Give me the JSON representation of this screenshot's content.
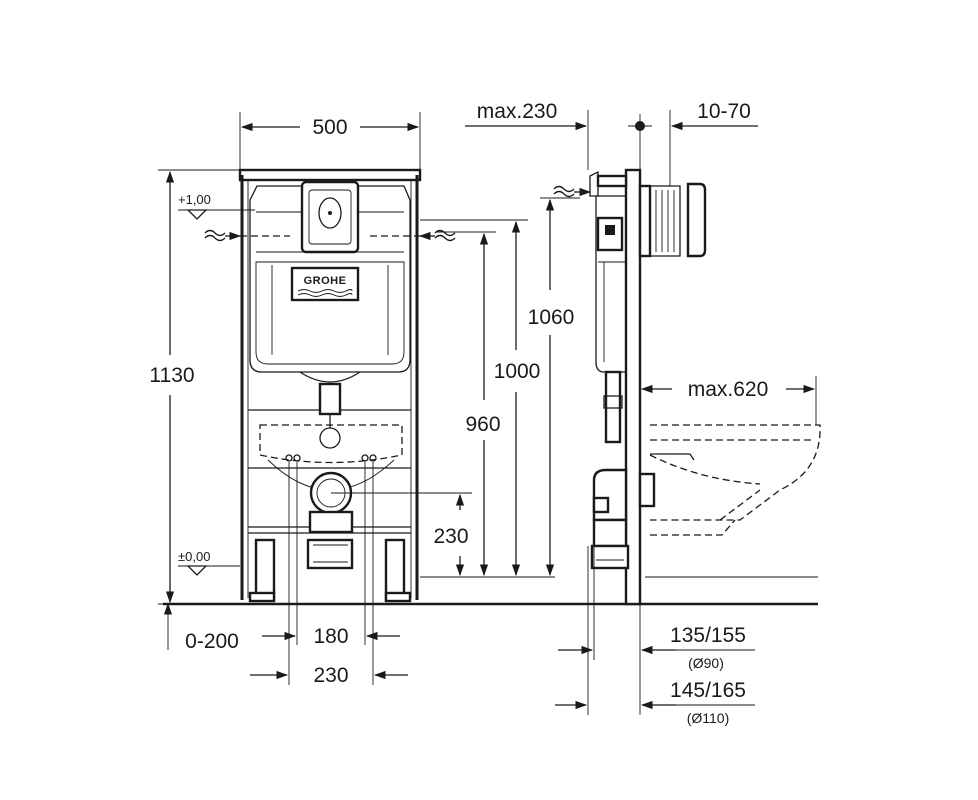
{
  "brand": {
    "logo_text": "GROHE"
  },
  "front_view": {
    "width_top": "500",
    "height_total": "1130",
    "level_top": "+1,00",
    "level_zero": "±0,00",
    "height_1000": "1000",
    "height_960": "960",
    "height_230": "230",
    "floor_offset": "0-200",
    "spacing_180": "180",
    "spacing_230": "230"
  },
  "side_view": {
    "max_230": "max.230",
    "range_10_70": "10-70",
    "height_1060": "1060",
    "max_620": "max.620",
    "dim_135_155": "135/155",
    "dia_90": "(Ø90)",
    "dim_145_165": "145/165",
    "dia_110": "(Ø110)"
  }
}
